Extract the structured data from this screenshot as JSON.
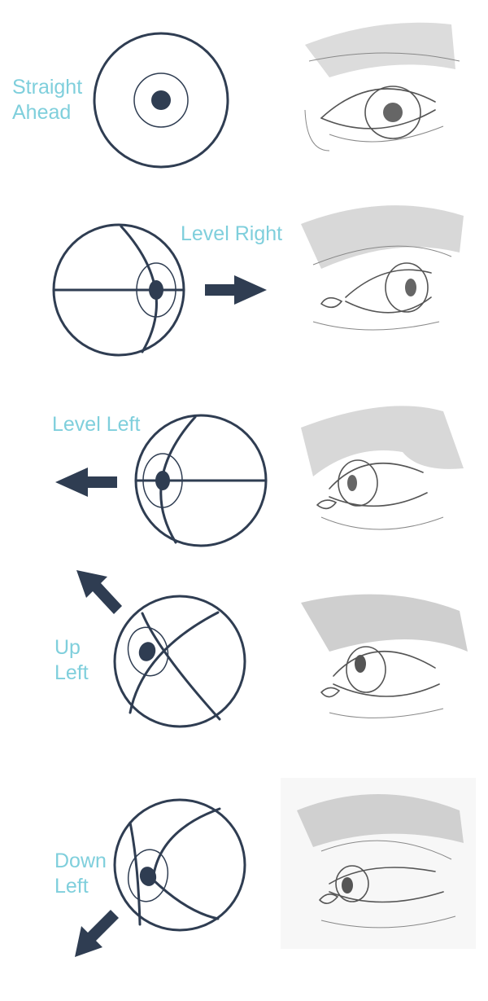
{
  "colors": {
    "label": "#7fcfdc",
    "ink": "#2f3d52"
  },
  "panels": [
    {
      "label_lines": [
        "Straight",
        "Ahead"
      ],
      "direction": "straight",
      "icon": "eyeball-diagram-icon"
    },
    {
      "label_lines": [
        "Level Right"
      ],
      "direction": "right",
      "icon": "eyeball-diagram-icon"
    },
    {
      "label_lines": [
        "Level Left"
      ],
      "direction": "left",
      "icon": "eyeball-diagram-icon"
    },
    {
      "label_lines": [
        "Up",
        "Left"
      ],
      "direction": "up-left",
      "icon": "eyeball-diagram-icon"
    },
    {
      "label_lines": [
        "Down",
        "Left"
      ],
      "direction": "down-left",
      "icon": "eyeball-diagram-icon"
    }
  ]
}
